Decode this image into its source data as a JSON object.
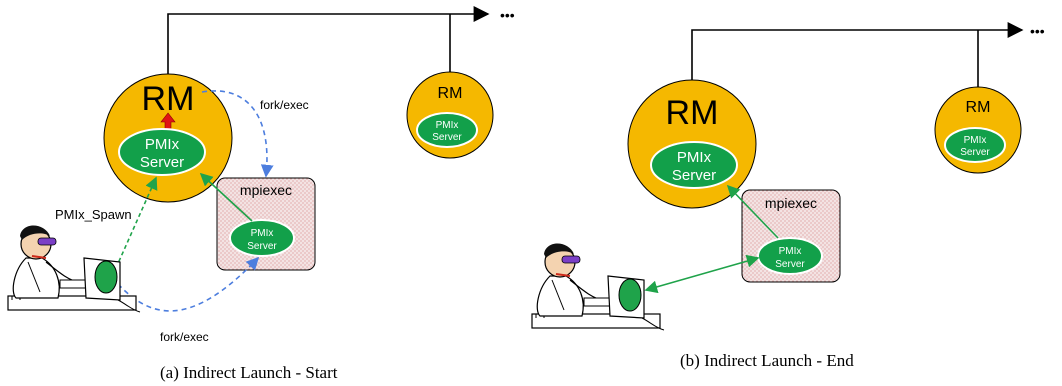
{
  "left": {
    "rm_main": {
      "label": "RM",
      "server_label_1": "PMIx",
      "server_label_2": "Server"
    },
    "rm_remote": {
      "label": "RM",
      "server_label_1": "PMIx",
      "server_label_2": "Server"
    },
    "mpiexec": {
      "label": "mpiexec",
      "server_label_1": "PMIx",
      "server_label_2": "Server"
    },
    "spawn_label": "PMIx_Spawn",
    "fork_exec_top": "fork/exec",
    "fork_exec_bottom": "fork/exec",
    "ellipsis": "•••",
    "caption": "(a) Indirect Launch - Start"
  },
  "right": {
    "rm_main": {
      "label": "RM",
      "server_label_1": "PMIx",
      "server_label_2": "Server"
    },
    "rm_remote": {
      "label": "RM",
      "server_label_1": "PMIx",
      "server_label_2": "Server"
    },
    "mpiexec": {
      "label": "mpiexec",
      "server_label_1": "PMIx",
      "server_label_2": "Server"
    },
    "ellipsis": "•••",
    "caption": "(b) Indirect Launch - End"
  },
  "colors": {
    "rm_fill": "#f5b800",
    "server_fill": "#12a04a",
    "server_stroke": "#ffffff",
    "mpiexec_fill": "#f3e3e3",
    "solid_green": "#1fa34a",
    "dashed_blue": "#4d7ede",
    "arrow_red": "#e01515"
  }
}
